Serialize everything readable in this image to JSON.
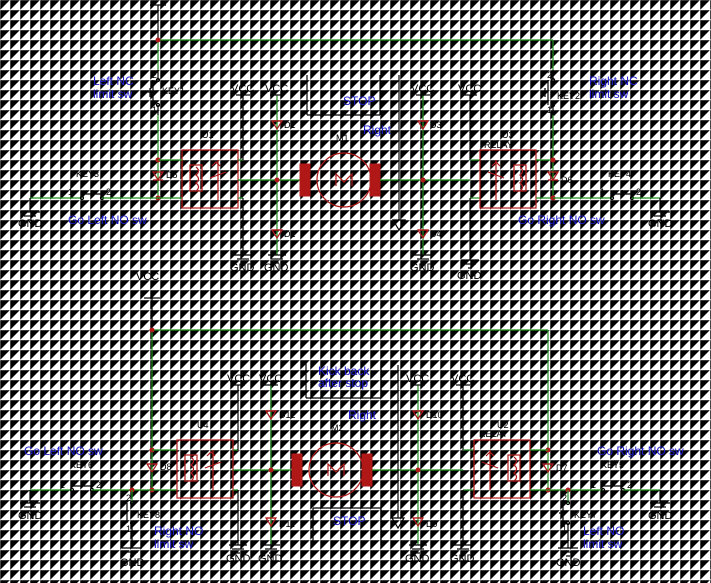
{
  "top": {
    "notes": {
      "left_nc_line1": "Left NC",
      "left_nc_line2": "limit sw",
      "right_nc_line1": "Right NC",
      "right_nc_line2": "limit sw",
      "go_left": "Go Left NO sw",
      "go_right": "Go Right NO sw",
      "stop": "STOP",
      "right": "Right"
    },
    "refs": {
      "key1": "KEY1",
      "key2": "KEY2",
      "key3": "KEY3",
      "key4": "KEY4",
      "u1": "U1",
      "u3": "U3",
      "relay": "RELAY",
      "m1": "M1",
      "d1": "D1",
      "d2": "D2",
      "d3": "D3",
      "d4": "D4",
      "d5": "D5",
      "d6": "D6"
    }
  },
  "bottom": {
    "notes": {
      "go_left": "Go Left NO sw",
      "go_right": "Go Right NO sw",
      "right_nc_line1": "Right NO",
      "right_nc_line2": "limit sw",
      "left_nc_line1": "Left NO",
      "left_nc_line2": "limit sw",
      "kick_line1": "Kick back",
      "kick_line2": "after stop",
      "stop": "STOP",
      "right": "Right"
    },
    "refs": {
      "key5": "KEY5",
      "key6": "KEY6",
      "key7": "KEY7",
      "key8": "KEY8",
      "u4": "U4",
      "u2": "U2",
      "relay": "RELAY",
      "m2": "M2",
      "d7": "D7",
      "d8": "D8",
      "d9": "D9",
      "d10": "D10",
      "d11": "D11",
      "d12": "D12"
    }
  },
  "power": {
    "vcc": "VCC",
    "gnd": "GND",
    "pin1": "1",
    "pin2": "2"
  }
}
